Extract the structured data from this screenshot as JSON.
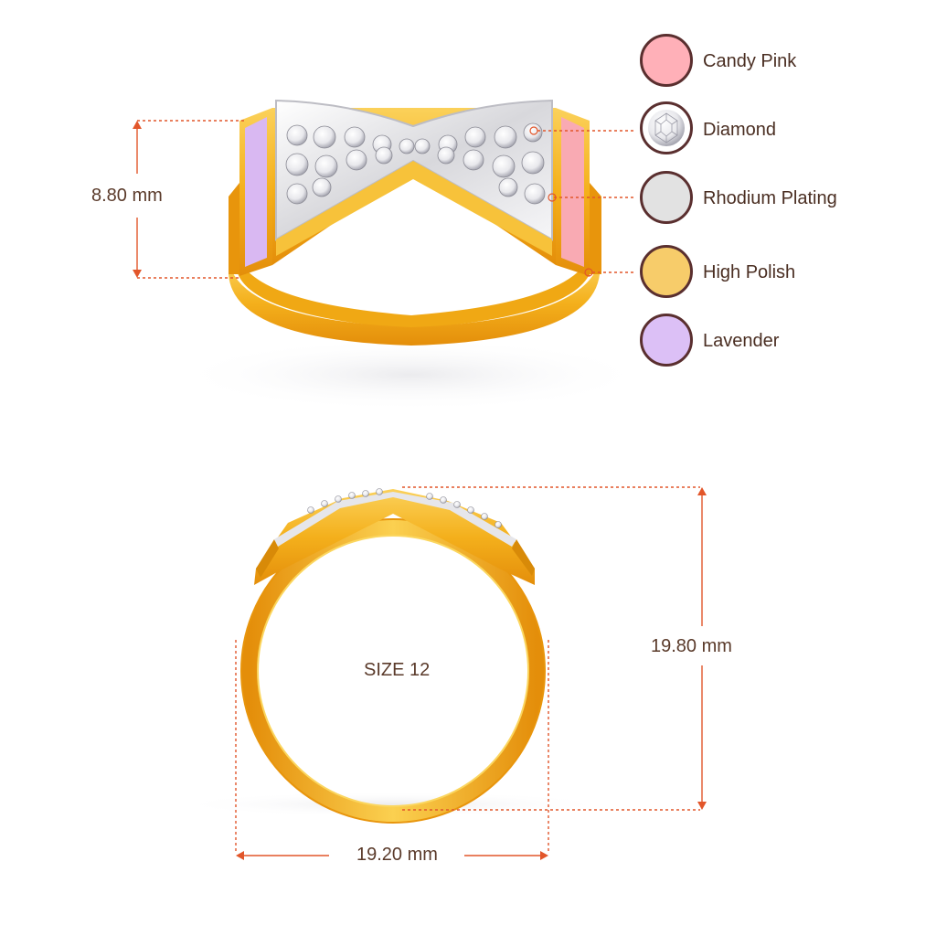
{
  "dimensions": {
    "height": "8.80 mm",
    "outer_diameter": "19.80 mm",
    "width": "19.20 mm",
    "size": "SIZE 12"
  },
  "legend": [
    {
      "label": "Candy Pink",
      "color": "#ffb0b8",
      "icon": "candy-pink-swatch"
    },
    {
      "label": "Diamond",
      "color": "#f2f2f2",
      "icon": "diamond-swatch"
    },
    {
      "label": "Rhodium Plating",
      "color": "#e2e2e2",
      "icon": "rhodium-swatch"
    },
    {
      "label": "High Polish",
      "color": "#f7cc6a",
      "icon": "high-polish-swatch"
    },
    {
      "label": "Lavender",
      "color": "#dcc0f6",
      "icon": "lavender-swatch"
    }
  ],
  "colors": {
    "dimension_line": "#e2562a",
    "gold": "#f5b81e",
    "gold_dark": "#e99a0e",
    "rhodium": "#e6e6ea",
    "lavender": "#d9b8f2",
    "candy_pink": "#f9aab3"
  }
}
